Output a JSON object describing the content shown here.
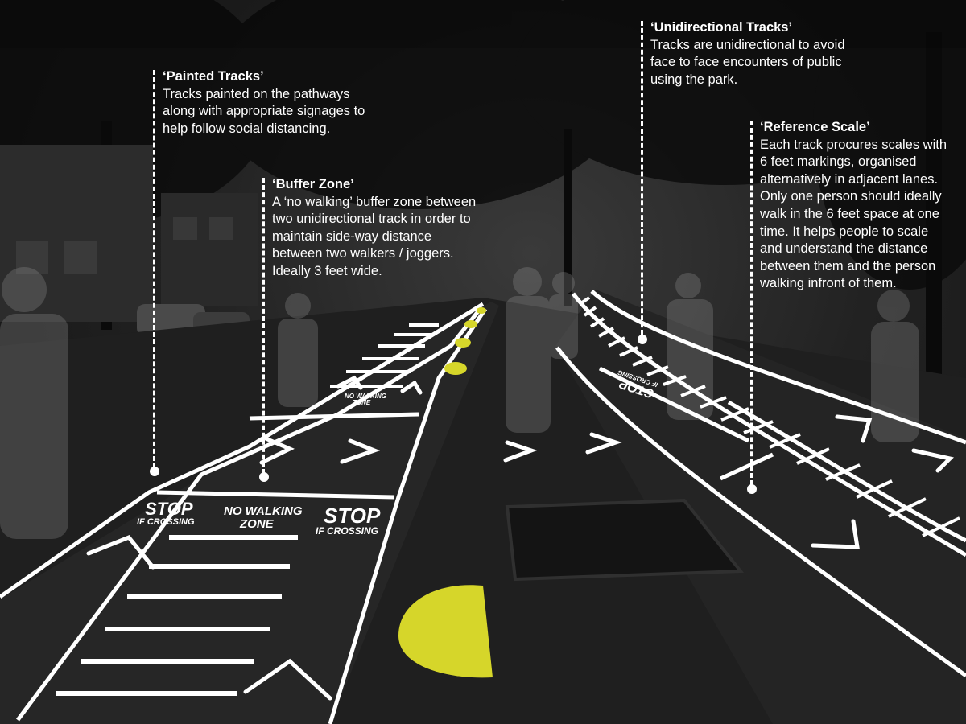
{
  "annotations": {
    "painted_tracks": {
      "title": "‘Painted Tracks’",
      "body": "Tracks painted on the pathways along with appropriate signages to help follow social distancing."
    },
    "buffer_zone": {
      "title": "‘Buffer Zone’",
      "body": "A ‘no walking’ buffer zone between two unidirectional track in order to maintain side-way distance between two walkers / joggers. Ideally 3 feet wide."
    },
    "unidirectional_tracks": {
      "title": "‘Unidirectional Tracks’",
      "body": "Tracks are unidirectional to avoid face to face encounters of public using the park."
    },
    "reference_scale": {
      "title": "‘Reference Scale’",
      "body": "Each track procures scales with 6 feet markings, organised alternatively in adjacent lanes. Only one person should ideally walk in the 6 feet space at one time. It helps people to scale and understand the distance between them and the person walking infront of them."
    }
  },
  "road_markings": {
    "stop_left": "STOP",
    "stop_left_sub": "IF CROSSING",
    "no_walking_1": "NO WALKING",
    "no_walking_2": "ZONE",
    "stop_right": "STOP",
    "stop_right_sub": "IF CROSSING",
    "far_no_walking_1": "NO WALKING",
    "far_no_walking_2": "ZONE",
    "far_stop": "STOP",
    "far_stop_sub": "IF CROSSING"
  },
  "colors": {
    "marking": "#ffffff",
    "dot": "#d6d62a",
    "background": "#151515"
  }
}
